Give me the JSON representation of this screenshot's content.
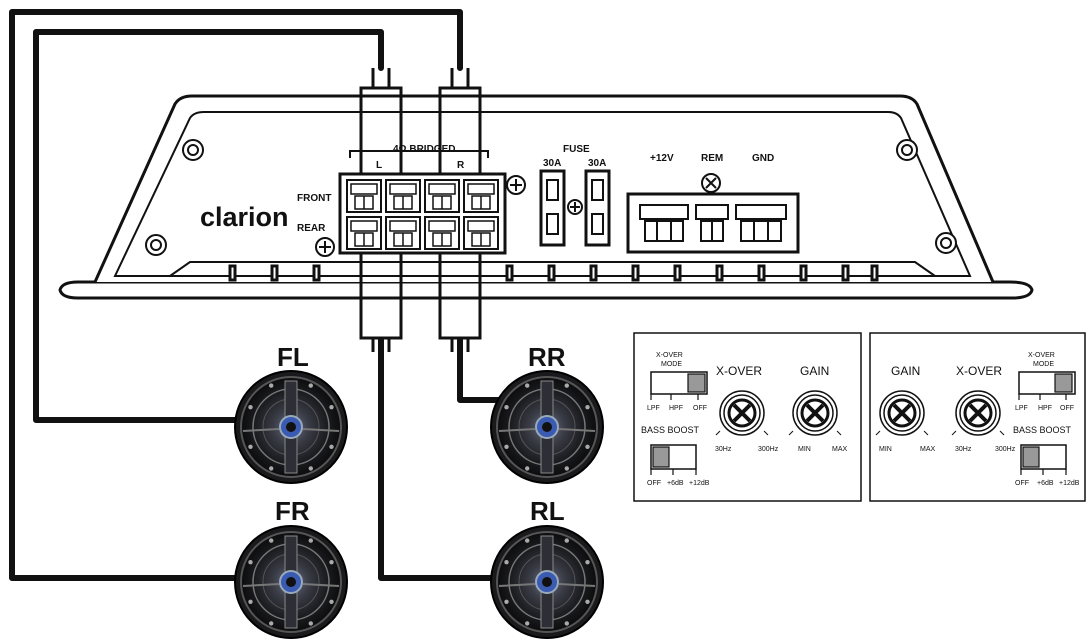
{
  "amp": {
    "brand": "clarion",
    "bridged_label": "4Ω BRIDGED",
    "channel_l": "L",
    "channel_r": "R",
    "front_label": "FRONT",
    "rear_label": "REAR",
    "fuse_label": "FUSE",
    "fuse_1": "30A",
    "fuse_2": "30A",
    "power_12v": "+12V",
    "power_rem": "REM",
    "power_gnd": "GND"
  },
  "speakers": {
    "fl": "FL",
    "fr": "FR",
    "rr": "RR",
    "rl": "RL"
  },
  "panel_left": {
    "xover_mode_title_1": "X-OVER",
    "xover_mode_title_2": "MODE",
    "xover_mode_options": [
      "LPF",
      "HPF",
      "OFF"
    ],
    "xover_mode_selected": "OFF",
    "xover_knob_label": "X-OVER",
    "xover_min": "30Hz",
    "xover_max": "300Hz",
    "gain_knob_label": "GAIN",
    "gain_min": "MIN",
    "gain_max": "MAX",
    "bass_boost_title": "BASS BOOST",
    "bass_boost_options": [
      "OFF",
      "+6dB",
      "+12dB"
    ],
    "bass_boost_selected": "OFF"
  },
  "panel_right": {
    "gain_knob_label": "GAIN",
    "gain_min": "MIN",
    "gain_max": "MAX",
    "xover_knob_label": "X-OVER",
    "xover_min": "30Hz",
    "xover_max": "300Hz",
    "xover_mode_title_1": "X-OVER",
    "xover_mode_title_2": "MODE",
    "xover_mode_options": [
      "LPF",
      "HPF",
      "OFF"
    ],
    "xover_mode_selected": "OFF",
    "bass_boost_title": "BASS BOOST",
    "bass_boost_options": [
      "OFF",
      "+6dB",
      "+12dB"
    ],
    "bass_boost_selected": "OFF"
  }
}
